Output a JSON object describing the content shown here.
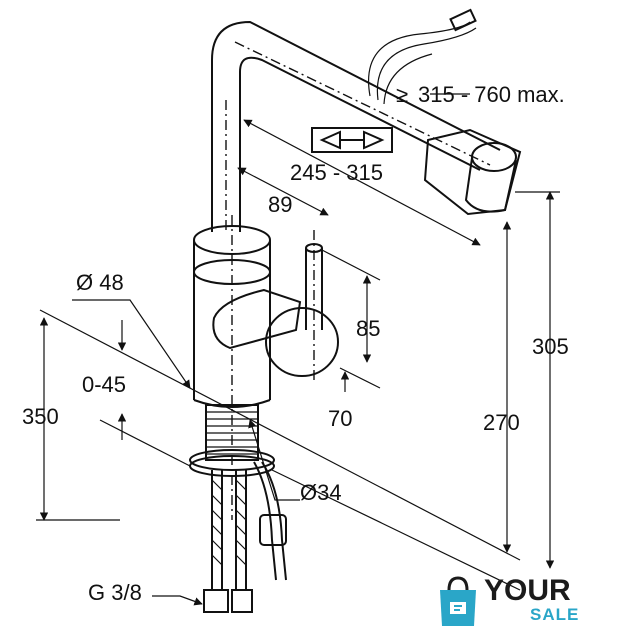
{
  "dimensions": {
    "hose_length": "315 - 760 max.",
    "hose_length_prefix": "≥",
    "reach": "245 - 315",
    "lever_offset": "89",
    "body_diameter": "Ø 48",
    "lever_height": "85",
    "lever_base": "70",
    "mount_thickness": "0-45",
    "base_height": "350",
    "total_height": "305",
    "spout_height": "270",
    "shank_diameter": "Ø34",
    "connection": "G 3/8"
  },
  "logo": {
    "word": "YOUR",
    "sub": "SALE",
    "accent_color": "#2aa6c8"
  }
}
